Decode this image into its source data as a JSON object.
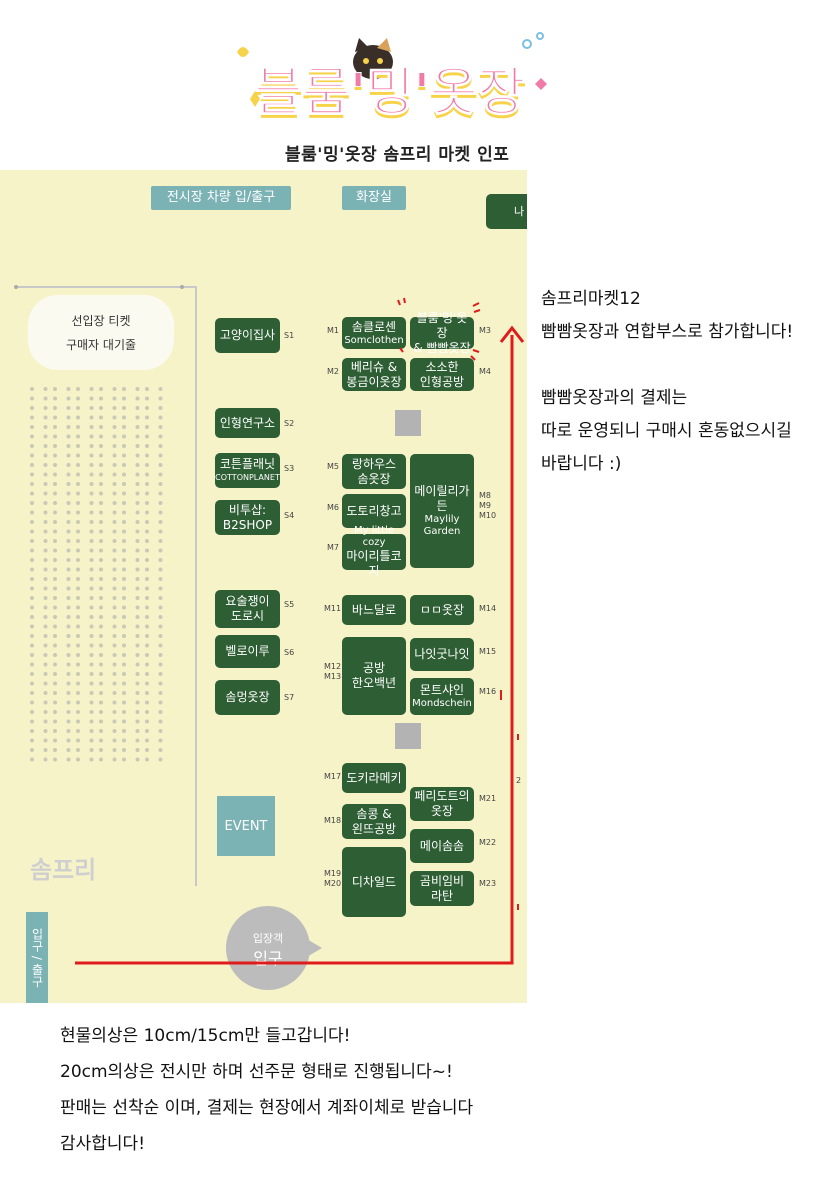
{
  "header": {
    "logo_text": "블룸'밍'옷장",
    "subtitle": "블룸'밍'옷장 솜프리 마켓 인포"
  },
  "map": {
    "tabs": {
      "vehicle": "전시장 차량 입/출구",
      "restroom": "화장실",
      "corner": "나"
    },
    "ticket": {
      "line1": "선입장 티켓",
      "line2": "구매자 대기줄"
    },
    "event": "EVENT",
    "somfree_logo": "솜프리",
    "entrance_tab": "입구 / 출구",
    "entrance_circle": {
      "line1": "입장객",
      "line2": "입구"
    },
    "stray_code": "2",
    "s_booths": [
      {
        "code": "S1",
        "lines": [
          "고양이집사"
        ],
        "sub": ""
      },
      {
        "code": "S2",
        "lines": [
          "인형연구소"
        ],
        "sub": ""
      },
      {
        "code": "S3",
        "lines": [
          "코튼플래닛"
        ],
        "sub": "COTTONPLANET"
      },
      {
        "code": "S4",
        "lines": [
          "비투샵:",
          "B2SHOP"
        ],
        "sub": ""
      },
      {
        "code": "S5",
        "lines": [
          "요술쟁이",
          "도로시"
        ],
        "sub": ""
      },
      {
        "code": "S6",
        "lines": [
          "벨로이루"
        ],
        "sub": ""
      },
      {
        "code": "S7",
        "lines": [
          "솜멍옷장"
        ],
        "sub": ""
      }
    ],
    "m_booths": [
      {
        "code": "M1",
        "lines": [
          "솜클로센",
          "Somclothen"
        ]
      },
      {
        "code": "M3",
        "lines": [
          "블룸'밍'옷장",
          "& 빰빰옷장"
        ]
      },
      {
        "code": "M2",
        "lines": [
          "베리슈 &",
          "봉금이옷장"
        ]
      },
      {
        "code": "M4",
        "lines": [
          "소소한",
          "인형공방"
        ]
      },
      {
        "code": "M5",
        "lines": [
          "랑하우스",
          "솜옷장"
        ]
      },
      {
        "code": "M6",
        "lines": [
          "도토리창고"
        ]
      },
      {
        "code": "M7",
        "lines": [
          "My little cozy",
          "마이리틀코지"
        ]
      },
      {
        "code": "M8\nM9\nM10",
        "lines": [
          "메이릴리가든",
          "Maylily",
          "Garden"
        ]
      },
      {
        "code": "M11",
        "lines": [
          "바느달로"
        ]
      },
      {
        "code": "M14",
        "lines": [
          "ㅁㅁ옷장"
        ]
      },
      {
        "code": "M12\nM13",
        "lines": [
          "공방",
          "한오백년"
        ]
      },
      {
        "code": "M15",
        "lines": [
          "나잇굿나잇"
        ]
      },
      {
        "code": "M16",
        "lines": [
          "몬트샤인",
          "Mondschein"
        ]
      },
      {
        "code": "M17",
        "lines": [
          "도키라메키"
        ]
      },
      {
        "code": "M21",
        "lines": [
          "페리도트의",
          "옷장"
        ]
      },
      {
        "code": "M18",
        "lines": [
          "솜콩 &",
          "왼뜨공방"
        ]
      },
      {
        "code": "M22",
        "lines": [
          "메이솜솜"
        ]
      },
      {
        "code": "M19\nM20",
        "lines": [
          "디차일드"
        ]
      },
      {
        "code": "M23",
        "lines": [
          "곰비임비",
          "라탄"
        ]
      }
    ]
  },
  "right_notes": {
    "line1": "솜프리마켓12",
    "line2": "빰빰옷장과 연합부스로 참가합니다!",
    "line3": "빰빰옷장과의 결제는",
    "line4": "따로 운영되니 구매시 혼동없으시길",
    "line5": "바랍니다 :)"
  },
  "bottom_notes": {
    "line1": "현물의상은 10cm/15cm만 들고갑니다!",
    "line2": "20cm의상은 전시만 하며 선주문 형태로 진행됩니다~!",
    "line3": "판매는 선착순 이며, 결제는 현장에서 계좌이체로 받습니다",
    "line4": "감사합니다!"
  },
  "colors": {
    "booth": "#2e5e34",
    "map_bg": "#f6f3c9",
    "tab": "#7bb2b4",
    "route_line": "#e01b1b",
    "logo_pink": "#f07aa8",
    "logo_yellow": "#f7d34a"
  }
}
